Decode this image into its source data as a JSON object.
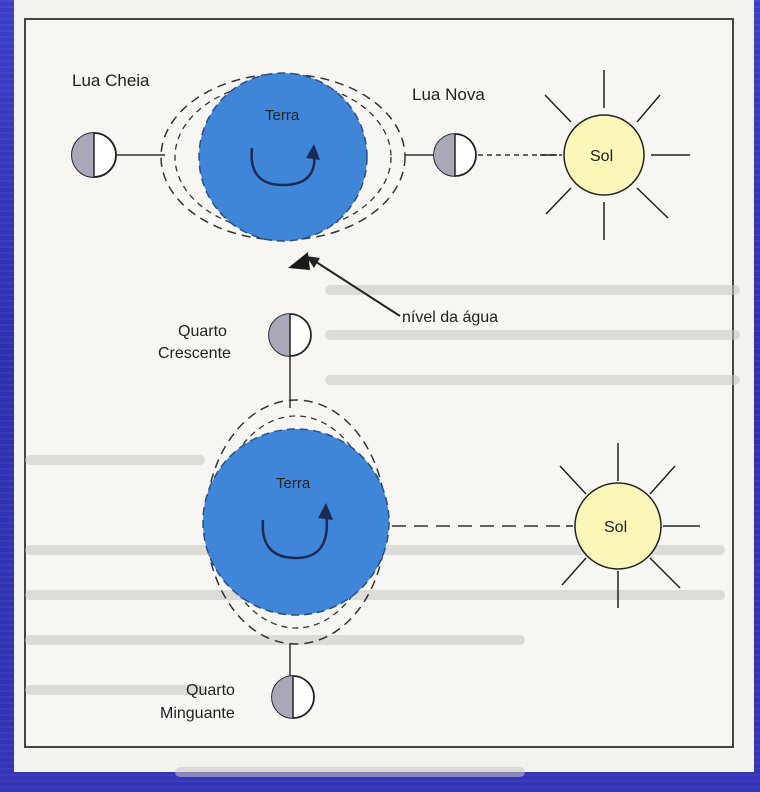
{
  "labels": {
    "full_moon": "Lua Cheia",
    "new_moon": "Lua Nova",
    "earth_top": "Terra",
    "earth_bottom": "Terra",
    "sun_top": "Sol",
    "sun_bottom": "Sol",
    "water_level": "nível da água",
    "first_quarter_line1": "Quarto",
    "first_quarter_line2": "Crescente",
    "last_quarter_line1": "Quarto",
    "last_quarter_line2": "Minguante"
  },
  "colors": {
    "earth": "#3f86d8",
    "sun": "#fbf7b8",
    "moon_dark": "#a8a8b8",
    "background": "#3436bd"
  }
}
